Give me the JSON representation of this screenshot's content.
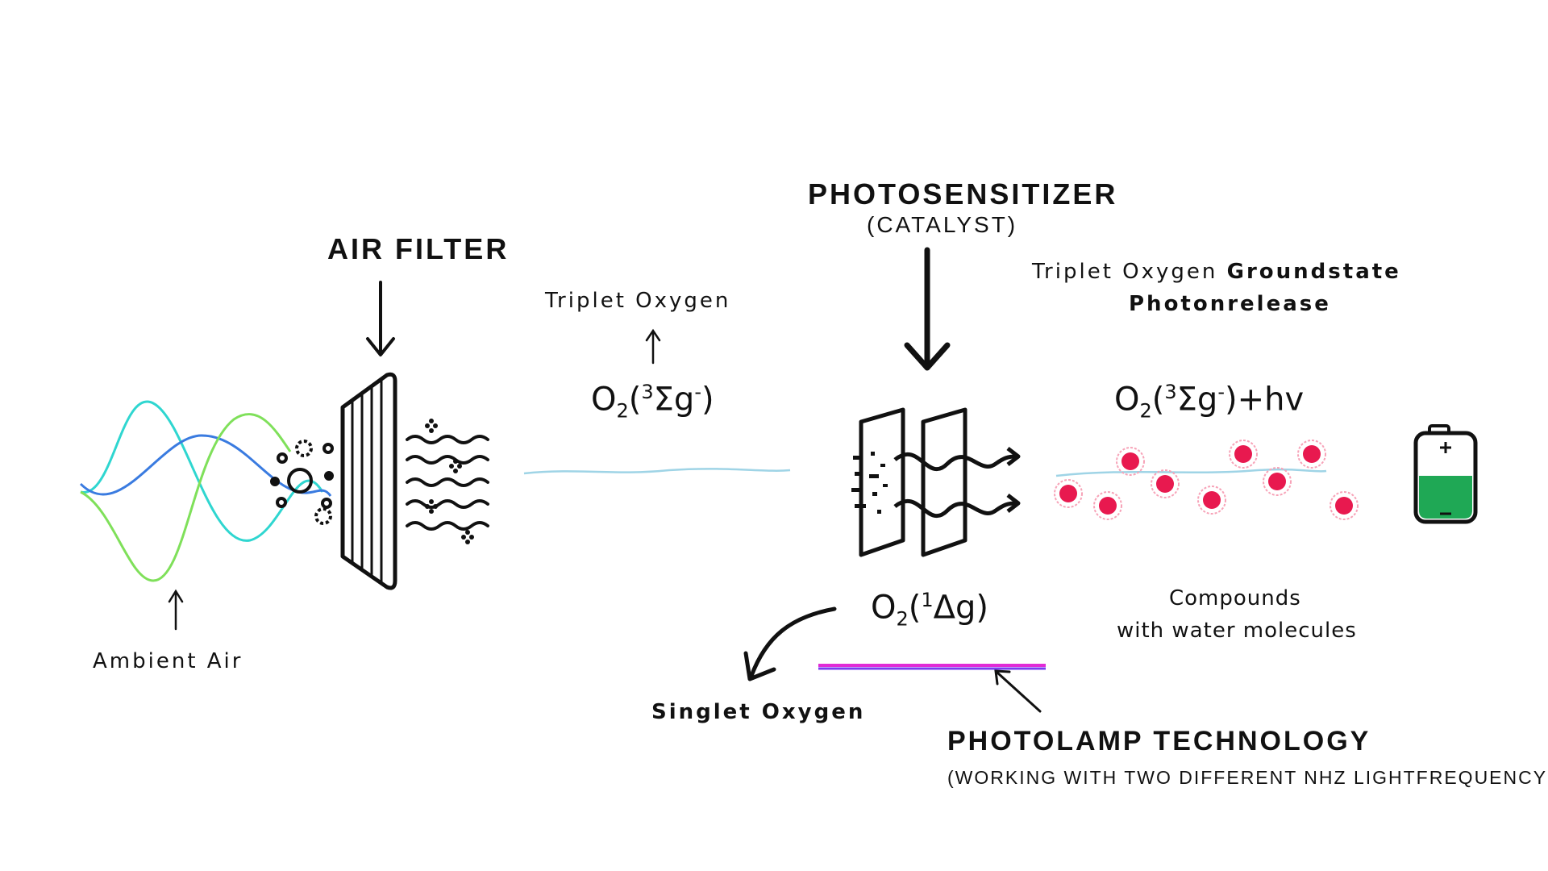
{
  "labels": {
    "air_filter": "AIR FILTER",
    "photosensitizer": "PHOTOSENSITIZER",
    "catalyst": "(CATALYST)",
    "triplet_oxygen": "Triplet Oxygen",
    "groundstate_prefix": "Triplet Oxygen",
    "groundstate_bold": "Groundstate",
    "photonrelease": "Photonrelease",
    "ambient_air": "Ambient Air",
    "singlet_oxygen": "Singlet Oxygen",
    "compounds_line1": "Compounds",
    "compounds_line2": "with water molecules",
    "photolamp": "PHOTOLAMP TECHNOLOGY",
    "photolamp_note": "(WORKING WITH TWO DIFFERENT NHZ LIGHTFREQUENCYS)"
  },
  "formulas": {
    "triplet": {
      "base": "O",
      "sub": "2",
      "open": "(",
      "sup": "3",
      "term": "Σg",
      "charge": "-",
      "close": ")",
      "suffix": ""
    },
    "singlet": {
      "base": "O",
      "sub": "2",
      "open": "(",
      "sup": "1",
      "term": "Δg",
      "charge": "",
      "close": ")",
      "suffix": ""
    },
    "groundstate": {
      "base": "O",
      "sub": "2",
      "open": "(",
      "sup": "3",
      "term": "Σg",
      "charge": "-",
      "close": ")",
      "suffix": "+hv"
    }
  },
  "colors": {
    "ink": "#111111",
    "molecule": "#e8194f",
    "molecule_halo": "#f7a3b8",
    "flow_line": "#9fd4e6",
    "lamp_top": "#e12bd6",
    "lamp_bottom": "#7a3cf0",
    "battery_fill": "#1fa855",
    "wave_cyan": "#2fd6d0",
    "wave_blue": "#3a7be0",
    "wave_green": "#7fe05a"
  },
  "icons": {
    "arrows": "arrow-down-icon",
    "filter": "air-filter-icon",
    "photosensitizer": "photosensitizer-plates-icon",
    "battery": "battery-icon"
  }
}
